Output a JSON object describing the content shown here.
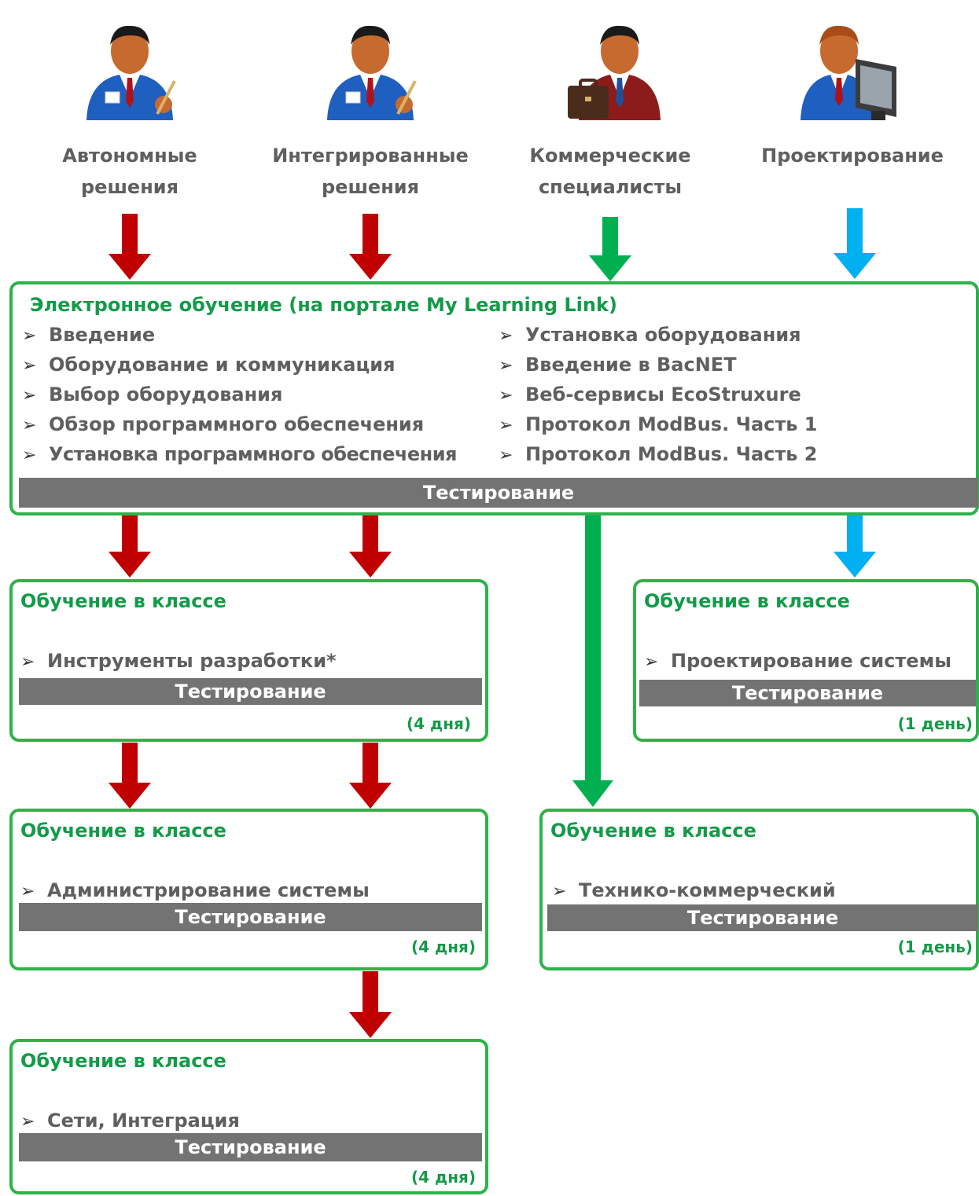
{
  "colors": {
    "red": "#c00000",
    "green": "#00b050",
    "blue": "#00b0f0",
    "box_border": "#2db34a",
    "title_green": "#139b48",
    "bar_grey": "#737373"
  },
  "personas": [
    {
      "icon": "engineer-with-pen-icon",
      "line1": "Автономные",
      "line2": "решения"
    },
    {
      "icon": "engineer-with-pen-icon",
      "line1": "Интегрированные",
      "line2": "решения"
    },
    {
      "icon": "businessman-with-briefcase-icon",
      "line1": "Коммерческие",
      "line2": "специалисты"
    },
    {
      "icon": "designer-at-monitor-icon",
      "line1": "Проектирование",
      "line2": ""
    }
  ],
  "elearning": {
    "title": "Электронное обучение (на портале My Learning Link)",
    "left_items": [
      "Введение",
      "Оборудование и коммуникация",
      "Выбор оборудования",
      "Обзор программного обеспечения",
      "Установка программного обеспечения"
    ],
    "right_items": [
      "Установка оборудования",
      "Введение в BacNET",
      "Веб-сервисы EcoStruxure",
      "Протокол ModBus. Часть 1",
      "Протокол ModBus. Часть 2"
    ],
    "test": "Тестирование"
  },
  "bullet": "➢",
  "classes": [
    {
      "title": "Обучение в классе",
      "item": "Инструменты разработки*",
      "test": "Тестирование",
      "duration": "(4 дня)"
    },
    {
      "title": "Обучение в классе",
      "item": "Проектирование системы",
      "test": "Тестирование",
      "duration": "(1 день)"
    },
    {
      "title": "Обучение в классе",
      "item": "Администрирование системы",
      "test": "Тестирование",
      "duration": "(4 дня)"
    },
    {
      "title": "Обучение в классе",
      "item": "Технико-коммерческий",
      "test": "Тестирование",
      "duration": "(1 день)"
    },
    {
      "title": "Обучение в классе",
      "item": "Сети, Интеграция",
      "test": "Тестирование",
      "duration": "(4 дня)"
    }
  ]
}
